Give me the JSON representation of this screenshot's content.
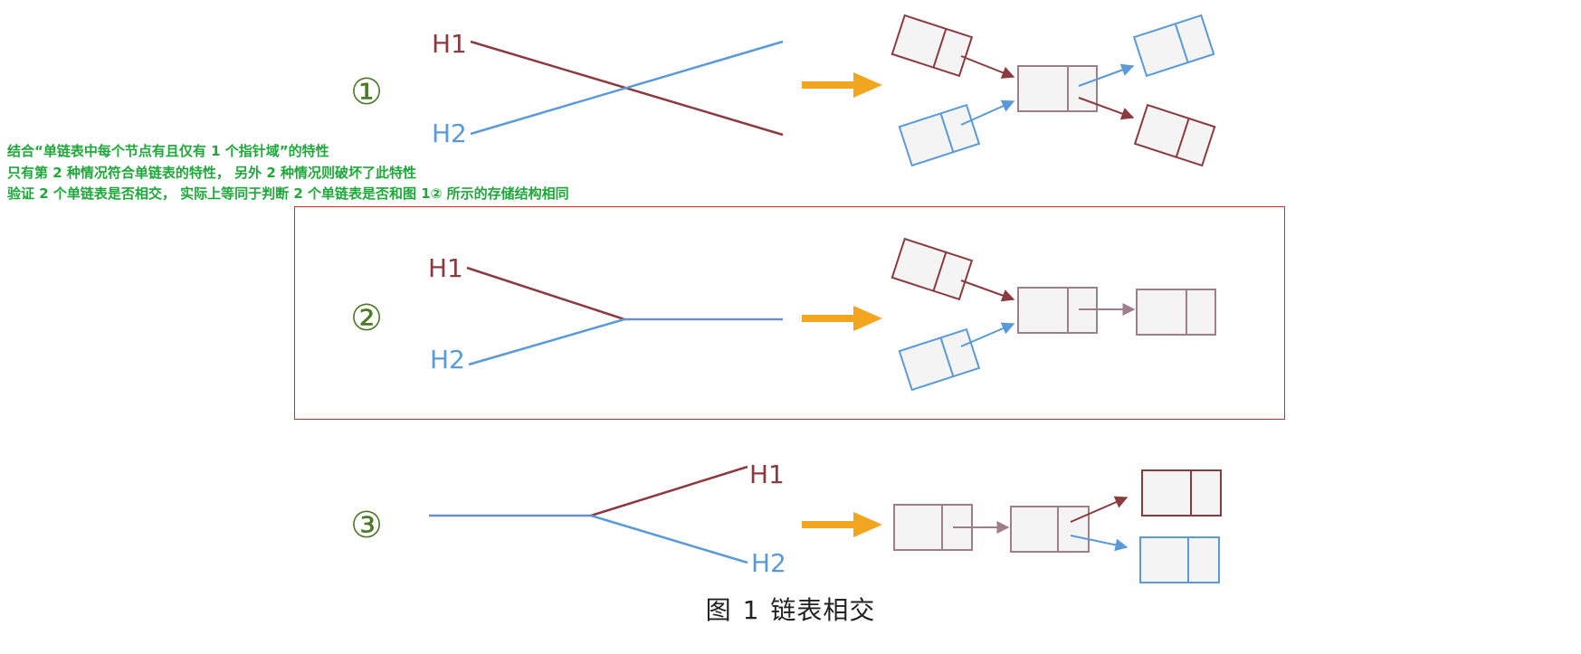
{
  "notes": [
    "结合“单链表中每个节点有且仅有 1 个指针域”的特性",
    "只有第 2 种情况符合单链表的特性， 另外 2 种情况则破坏了此特性",
    "验证 2 个单链表是否相交， 实际上等同于判断 2 个单链表是否和图 1② 所示的存储结构相同"
  ],
  "cases": [
    {
      "number": "①",
      "h1": "H1",
      "h2": "H2"
    },
    {
      "number": "②",
      "h1": "H1",
      "h2": "H2"
    },
    {
      "number": "③",
      "h1": "H1",
      "h2": "H2"
    }
  ],
  "caption": {
    "prefix": "图",
    "number": "1",
    "title": "链表相交"
  },
  "colors": {
    "h1": "#8b3a3f",
    "h2": "#5a9ad8",
    "shared": "#a07d8a",
    "arrow": "#f2a51f",
    "number": "#4d7a2a",
    "note": "#1fa83a",
    "highlight": "#e0262a"
  }
}
